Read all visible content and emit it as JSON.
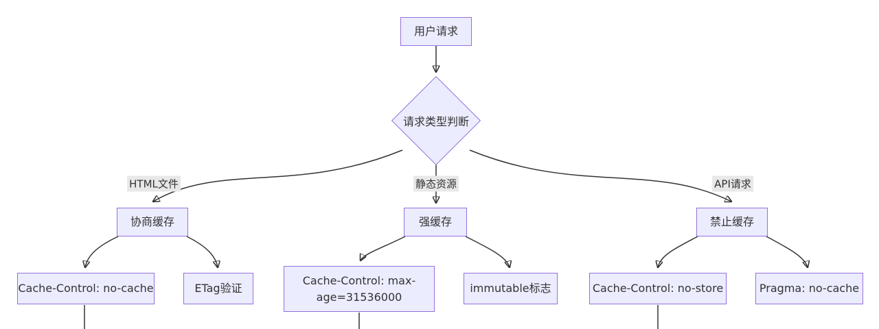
{
  "diagram": {
    "type": "flowchart",
    "direction": "top-down",
    "topic": "HTTP caching strategy decision flow",
    "colors": {
      "node_fill": "#ECECFF",
      "node_border": "#9370DB",
      "edge_line": "#333333",
      "edge_label_bg": "#e8e8e8",
      "text": "#333333",
      "background": "#ffffff"
    },
    "nodes": {
      "user_request": {
        "label": "用户请求",
        "shape": "rect"
      },
      "request_type_decision": {
        "label": "请求类型判断",
        "shape": "diamond"
      },
      "negotiated_cache": {
        "label": "协商缓存",
        "shape": "rect"
      },
      "strong_cache": {
        "label": "强缓存",
        "shape": "rect"
      },
      "forbid_cache": {
        "label": "禁止缓存",
        "shape": "rect"
      },
      "cc_no_cache": {
        "label": "Cache-Control: no-cache",
        "shape": "rect"
      },
      "etag_validation": {
        "label": "ETag验证",
        "shape": "rect"
      },
      "cc_max_age": {
        "label": "Cache-Control: max-age=31536000",
        "shape": "rect"
      },
      "immutable_flag": {
        "label": "immutable标志",
        "shape": "rect"
      },
      "cc_no_store": {
        "label": "Cache-Control: no-store",
        "shape": "rect"
      },
      "pragma_no_cache": {
        "label": "Pragma: no-cache",
        "shape": "rect"
      }
    },
    "edge_labels": {
      "html_file": "HTML文件",
      "static_resource": "静态资源",
      "api_request": "API请求"
    },
    "edges": [
      {
        "from": "user_request",
        "to": "request_type_decision",
        "label": ""
      },
      {
        "from": "request_type_decision",
        "to": "negotiated_cache",
        "label": "HTML文件"
      },
      {
        "from": "request_type_decision",
        "to": "strong_cache",
        "label": "静态资源"
      },
      {
        "from": "request_type_decision",
        "to": "forbid_cache",
        "label": "API请求"
      },
      {
        "from": "negotiated_cache",
        "to": "cc_no_cache",
        "label": ""
      },
      {
        "from": "negotiated_cache",
        "to": "etag_validation",
        "label": ""
      },
      {
        "from": "strong_cache",
        "to": "cc_max_age",
        "label": ""
      },
      {
        "from": "strong_cache",
        "to": "immutable_flag",
        "label": ""
      },
      {
        "from": "forbid_cache",
        "to": "cc_no_store",
        "label": ""
      },
      {
        "from": "forbid_cache",
        "to": "pragma_no_cache",
        "label": ""
      },
      {
        "from": "cc_no_cache",
        "to": "(cut off below)",
        "label": ""
      },
      {
        "from": "cc_max_age",
        "to": "(cut off below)",
        "label": ""
      },
      {
        "from": "cc_no_store",
        "to": "(cut off below)",
        "label": ""
      }
    ]
  }
}
